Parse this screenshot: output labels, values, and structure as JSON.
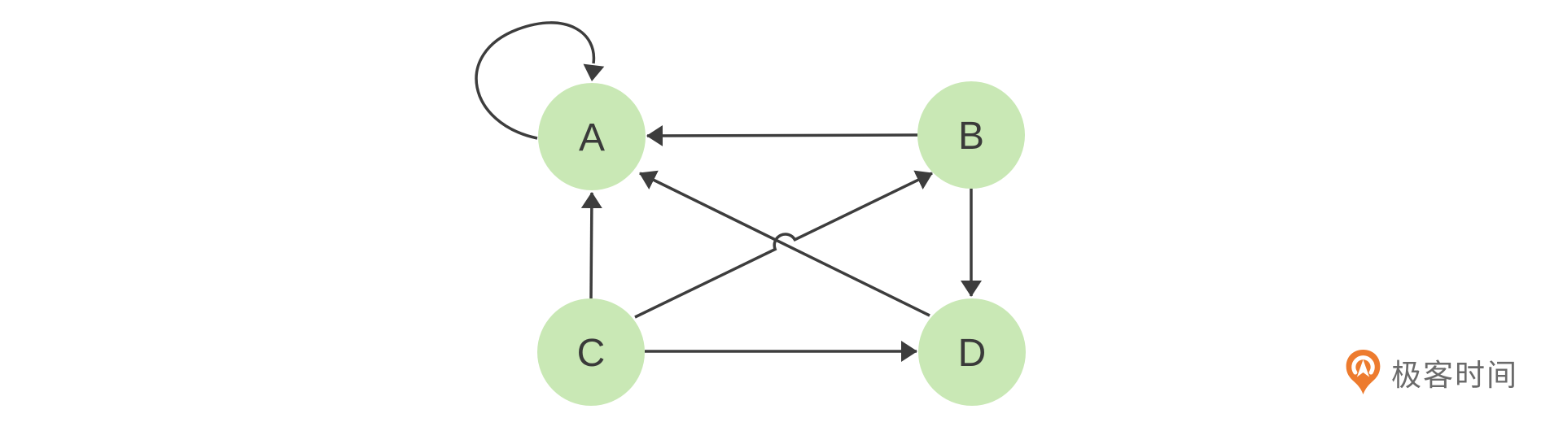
{
  "page": {
    "background": "#ffffff",
    "description": "Directed graph diagram with four nodes"
  },
  "graph": {
    "node_fill": "#c9e8b5",
    "edge_color": "#3d3d3d",
    "label_color": "#3a3a3a",
    "nodes": [
      {
        "id": "A",
        "label": "A"
      },
      {
        "id": "B",
        "label": "B"
      },
      {
        "id": "C",
        "label": "C"
      },
      {
        "id": "D",
        "label": "D"
      }
    ],
    "edges": [
      {
        "from": "A",
        "to": "A",
        "type": "self-loop"
      },
      {
        "from": "B",
        "to": "A",
        "type": "straight"
      },
      {
        "from": "C",
        "to": "A",
        "type": "straight"
      },
      {
        "from": "C",
        "to": "B",
        "type": "straight",
        "note": "hops over edge D-A at crossing"
      },
      {
        "from": "B",
        "to": "D",
        "type": "straight"
      },
      {
        "from": "D",
        "to": "A",
        "type": "straight"
      },
      {
        "from": "C",
        "to": "D",
        "type": "straight"
      }
    ]
  },
  "branding": {
    "logo_text": "极客时间",
    "logo_orange": "#ed7b2e",
    "logo_text_color": "#6a6a6a"
  }
}
